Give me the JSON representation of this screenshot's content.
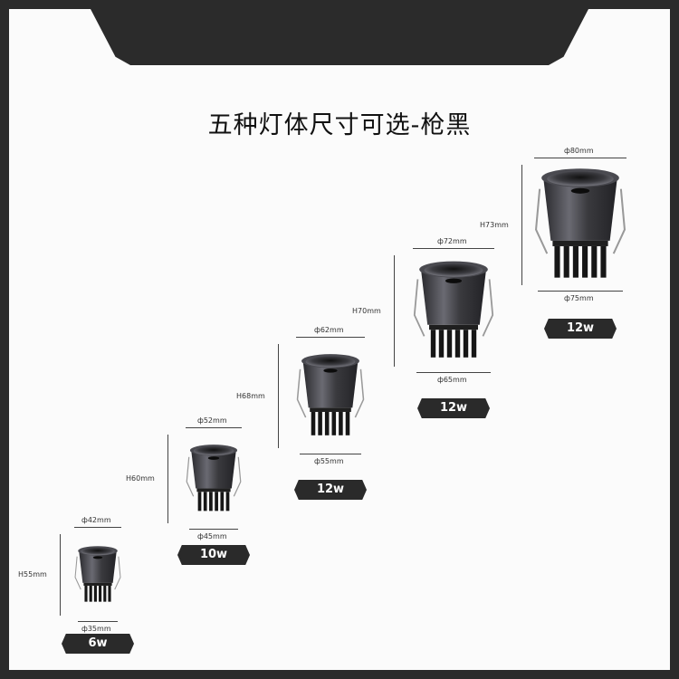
{
  "title": "五种灯体尺寸可选-枪黑",
  "colors": {
    "background": "#fbfbfb",
    "frame": "#2b2b2b",
    "badge": "#2a2a2a",
    "lamp_body": "#3a3a3e"
  },
  "items": [
    {
      "top_dim": "ф42mm",
      "height_dim": "H55mm",
      "bottom_dim": "ф35mm",
      "power": "6w"
    },
    {
      "top_dim": "ф52mm",
      "height_dim": "H60mm",
      "bottom_dim": "ф45mm",
      "power": "10w"
    },
    {
      "top_dim": "ф62mm",
      "height_dim": "H68mm",
      "bottom_dim": "ф55mm",
      "power": "12w"
    },
    {
      "top_dim": "ф72mm",
      "height_dim": "H70mm",
      "bottom_dim": "ф65mm",
      "power": "12w"
    },
    {
      "top_dim": "ф80mm",
      "height_dim": "H73mm",
      "bottom_dim": "ф75mm",
      "power": "12w"
    }
  ]
}
